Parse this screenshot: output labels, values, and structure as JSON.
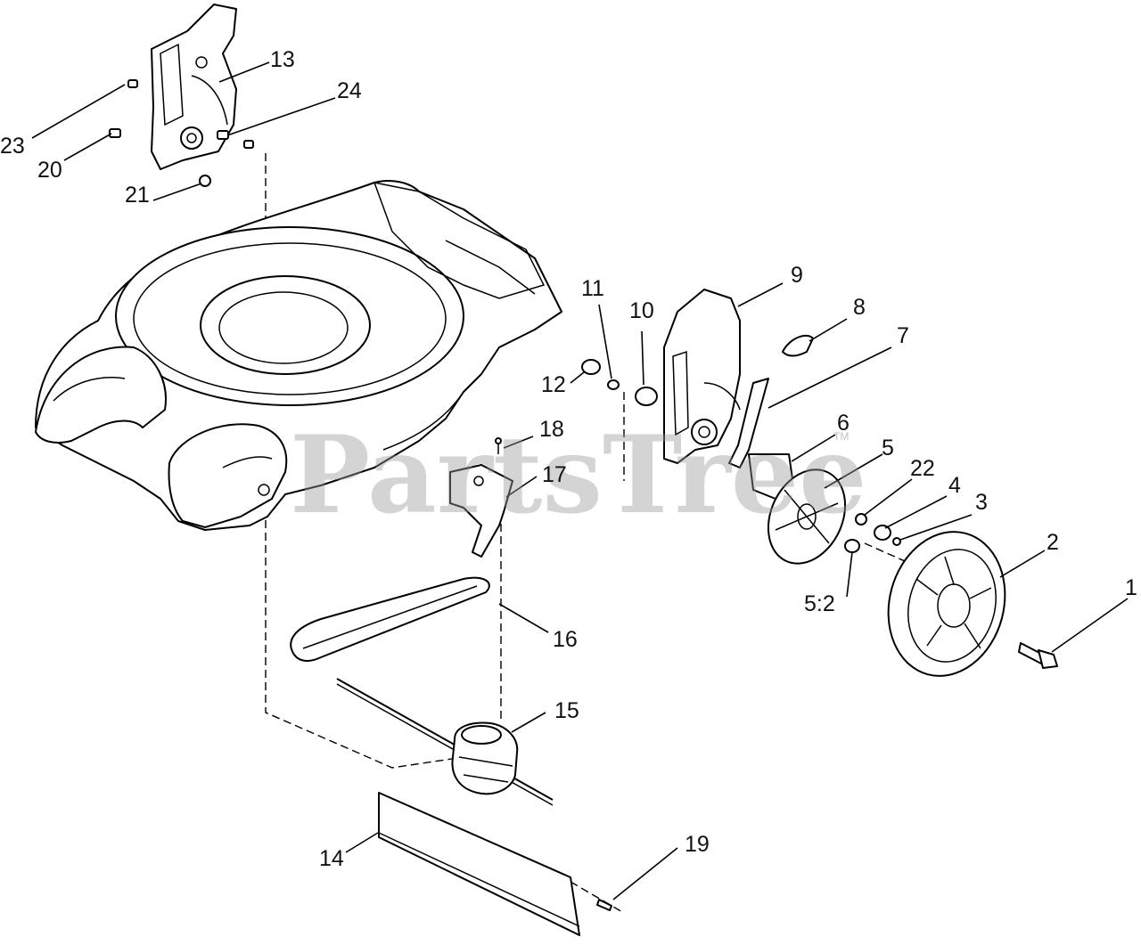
{
  "watermark": {
    "text": "PartsTree",
    "trademark": "TM"
  },
  "callouts": {
    "c1": "1",
    "c2": "2",
    "c3": "3",
    "c4": "4",
    "c5": "5",
    "c5_2": "5:2",
    "c6": "6",
    "c7": "7",
    "c8": "8",
    "c9": "9",
    "c10": "10",
    "c11": "11",
    "c12": "12",
    "c13": "13",
    "c14": "14",
    "c15": "15",
    "c16": "16",
    "c17": "17",
    "c18": "18",
    "c19": "19",
    "c20": "20",
    "c21": "21",
    "c22": "22",
    "c23": "23",
    "c24": "24"
  }
}
